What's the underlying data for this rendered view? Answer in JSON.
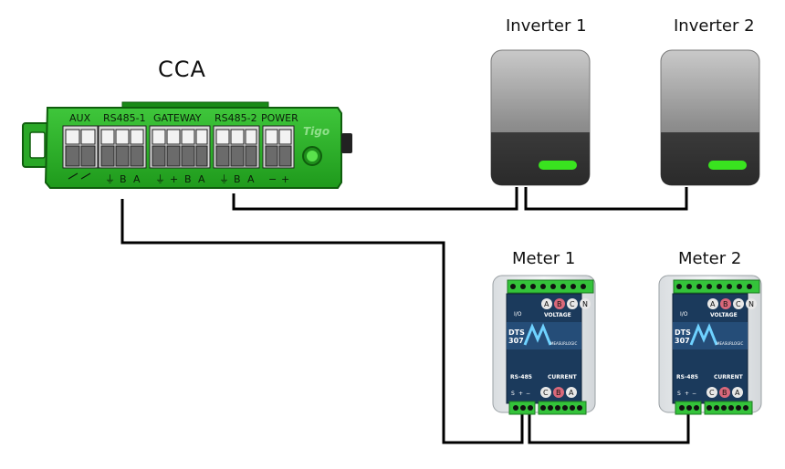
{
  "cca": {
    "title": "CCA",
    "ports": [
      "AUX",
      "RS485-1",
      "GATEWAY",
      "RS485-2",
      "POWER"
    ],
    "brand": "Tigo",
    "pin_labels": {
      "rs485_1": [
        "⏚",
        "B",
        "A"
      ],
      "gateway": [
        "⏚",
        "+",
        "B",
        "A"
      ],
      "rs485_2": [
        "⏚",
        "B",
        "A"
      ],
      "power": [
        "−",
        "+"
      ]
    },
    "body_color": "#2fb52c",
    "led_color": "#46d43a"
  },
  "inverters": [
    {
      "label": "Inverter 1"
    },
    {
      "label": "Inverter 2"
    }
  ],
  "inverter_led_color": "#39e31f",
  "meters": [
    {
      "label": "Meter 1"
    },
    {
      "label": "Meter 2"
    }
  ],
  "meter_text": {
    "voltage": "VOLTAGE",
    "current": "CURRENT",
    "rs485": "RS-485",
    "model_line1": "DTS",
    "model_line2": "307",
    "brand": "MEASURLOGIC",
    "io": "I/O",
    "voltage_phases": [
      "A",
      "B",
      "C",
      "N"
    ],
    "current_phases": [
      "C",
      "B",
      "A"
    ],
    "rs485_pins": [
      "S",
      "+",
      "−"
    ]
  }
}
